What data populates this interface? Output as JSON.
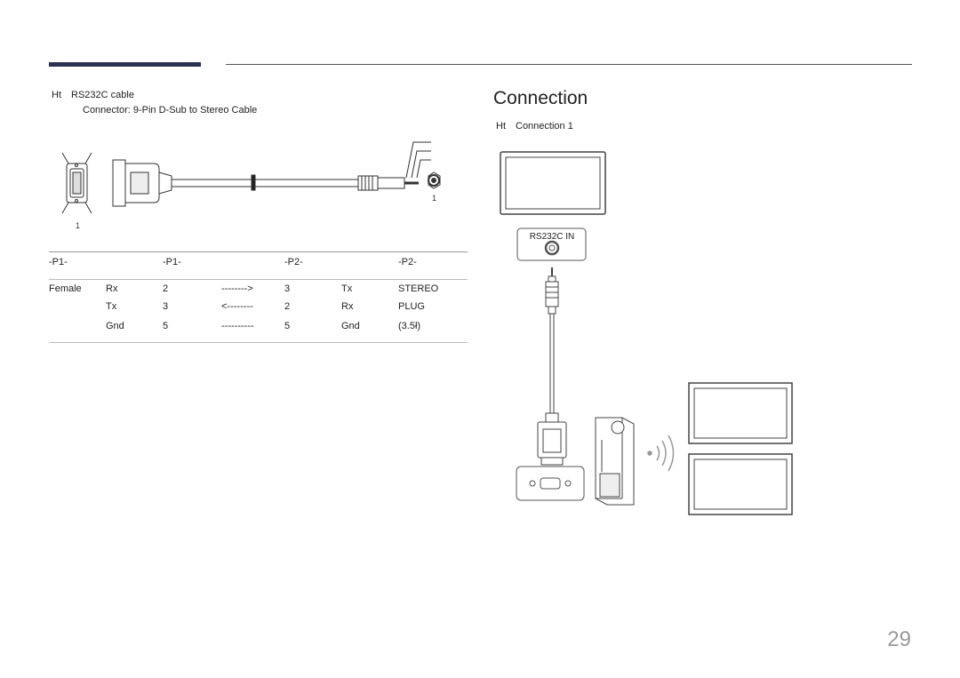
{
  "left_section": {
    "note_marker": "Ht",
    "cable_title": "RS232C cable",
    "connector_text": "Connector: 9-Pin D-Sub to Stereo Cable",
    "label_p1": "1",
    "label_p2": "1"
  },
  "pin_table": {
    "headers": [
      "-P1-",
      "-P1-",
      "-P2-",
      "-P2-"
    ],
    "rows": [
      [
        "Female",
        "Rx",
        "2",
        "-------->",
        "3",
        "Tx",
        "STEREO"
      ],
      [
        "",
        "Tx",
        "3",
        "<--------",
        "2",
        "Rx",
        "PLUG"
      ],
      [
        "",
        "Gnd",
        "5",
        "----------",
        "5",
        "Gnd",
        "(3.5ł)"
      ]
    ]
  },
  "right_section": {
    "title": "Connection",
    "note_marker": "Ht",
    "subtitle": "Connection 1",
    "port_label": "RS232C IN"
  },
  "page_number": "29"
}
